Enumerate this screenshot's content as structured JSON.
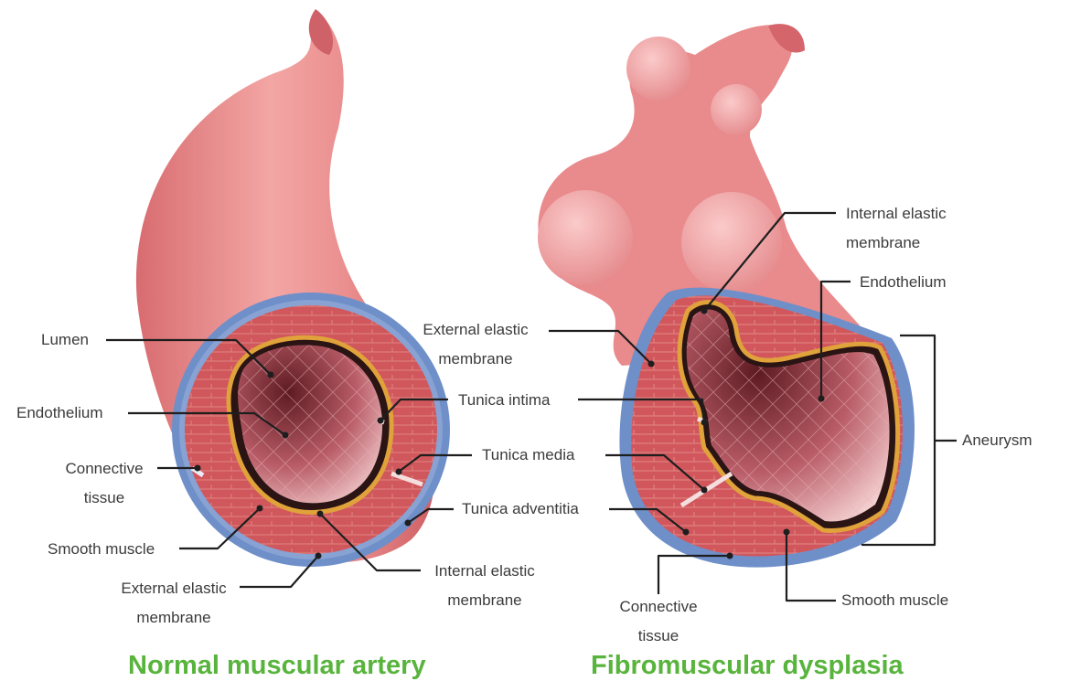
{
  "normal": {
    "title": "Normal muscular artery",
    "labels": {
      "lumen": "Lumen",
      "endothelium": "Endothelium",
      "connective_tissue": "Connective\ntissue",
      "smooth_muscle": "Smooth muscle",
      "external_elastic": "External elastic\nmembrane",
      "internal_elastic": "Internal elastic\nmembrane"
    }
  },
  "center": {
    "tunica_intima": "Tunica intima",
    "tunica_media": "Tunica media",
    "tunica_adventitia": "Tunica adventitia"
  },
  "fmd": {
    "title": "Fibromuscular dysplasia",
    "labels": {
      "external_elastic": "External elastic\nmembrane",
      "internal_elastic": "Internal elastic\nmembrane",
      "endothelium": "Endothelium",
      "aneurysm": "Aneurysm",
      "smooth_muscle": "Smooth muscle",
      "connective_tissue": "Connective\ntissue"
    }
  },
  "colors": {
    "vessel": "#e98b8b",
    "vessel_dark": "#d66b6e",
    "adventitia": "#6f8fc9",
    "media": "#d95f62",
    "intima_ring": "#e0a23a",
    "lumen_dark": "#6a1f25",
    "caption": "#58b43c"
  }
}
